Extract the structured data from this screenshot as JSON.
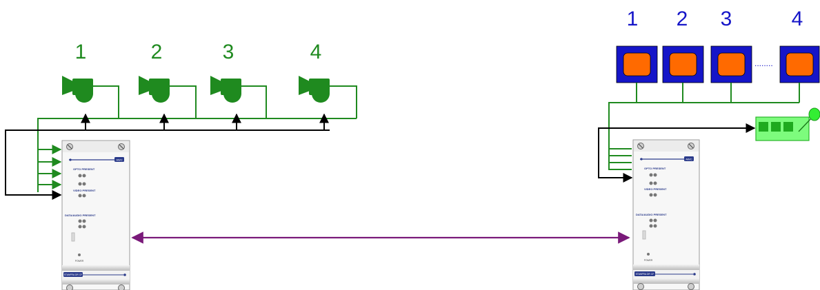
{
  "colors": {
    "camera_green": "#1f8a1f",
    "monitor_blue": "#1515c8",
    "monitor_screen": "#ff6a00",
    "keypad_green": "#33ee33",
    "link_purple": "#7a1a7a",
    "wire_black": "#000000"
  },
  "cameras": [
    {
      "label": "1"
    },
    {
      "label": "2"
    },
    {
      "label": "3"
    },
    {
      "label": "4"
    }
  ],
  "monitors": [
    {
      "label": "1"
    },
    {
      "label": "2"
    },
    {
      "label": "3"
    },
    {
      "label": "4"
    }
  ],
  "monitor_gap_dots": "........",
  "unit_left": {
    "badge": "AWC",
    "section_opto": "OPTO PRESENT",
    "section_video": "VIDEO PRESENT",
    "section_data": "DATA/AUDIO PRESENT",
    "power": "POWER",
    "brand": "STANFRA DR CF"
  },
  "unit_right": {
    "badge": "AWC",
    "section_opto": "OPTO PRESENT",
    "section_video": "VIDEO PRESENT",
    "section_data": "DATA/AUDIO PRESENT",
    "power": "POWER",
    "brand": "STANFRA DR CF"
  }
}
